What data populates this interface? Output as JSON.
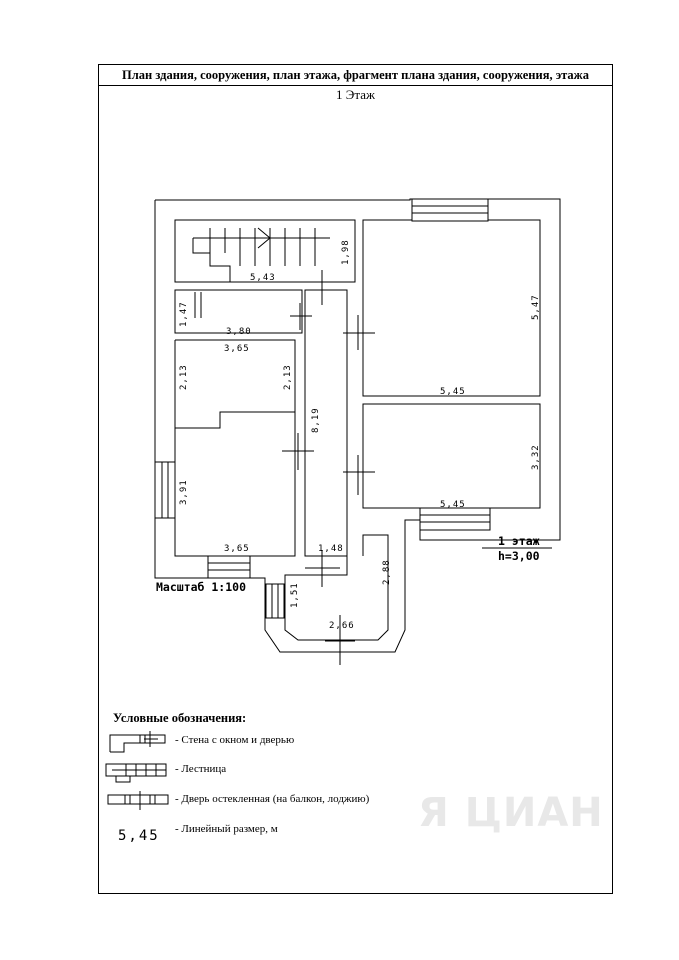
{
  "header": {
    "title": "План здания, сооружения, план этажа, фрагмент плана здания, сооружения, этажа",
    "floor": "1 Этаж"
  },
  "plan": {
    "dimensions": {
      "stair_width": "5,43",
      "stair_depth": "1,98",
      "storage_width": "3,80",
      "storage_depth": "1,47",
      "room_left_top_width": "3,65",
      "room_left_notch_left": "2,13",
      "room_left_notch_right": "2,13",
      "room_left_lower_depth": "3,91",
      "room_left_bottom_width": "3,65",
      "corridor_length": "8,19",
      "corridor_width": "1,48",
      "room_top_right_depth": "5,47",
      "room_top_right_width": "5,45",
      "room_bottom_right_depth": "3,32",
      "room_bottom_right_width": "5,45",
      "vestibule_depth": "2,88",
      "vestibule_left": "1,51",
      "vestibule_width": "2,66"
    },
    "floor_label": "1 этаж",
    "height_label": "h=3,00",
    "scale_label": "Масштаб 1:100"
  },
  "legend": {
    "title": "Условные обозначения:",
    "items": [
      "- Стена с окном и дверью",
      "- Лестница",
      "- Дверь остекленная (на балкон, лоджию)",
      "- Линейный размер, м"
    ],
    "sample_dimension": "5,45"
  },
  "watermark": "Я циан"
}
